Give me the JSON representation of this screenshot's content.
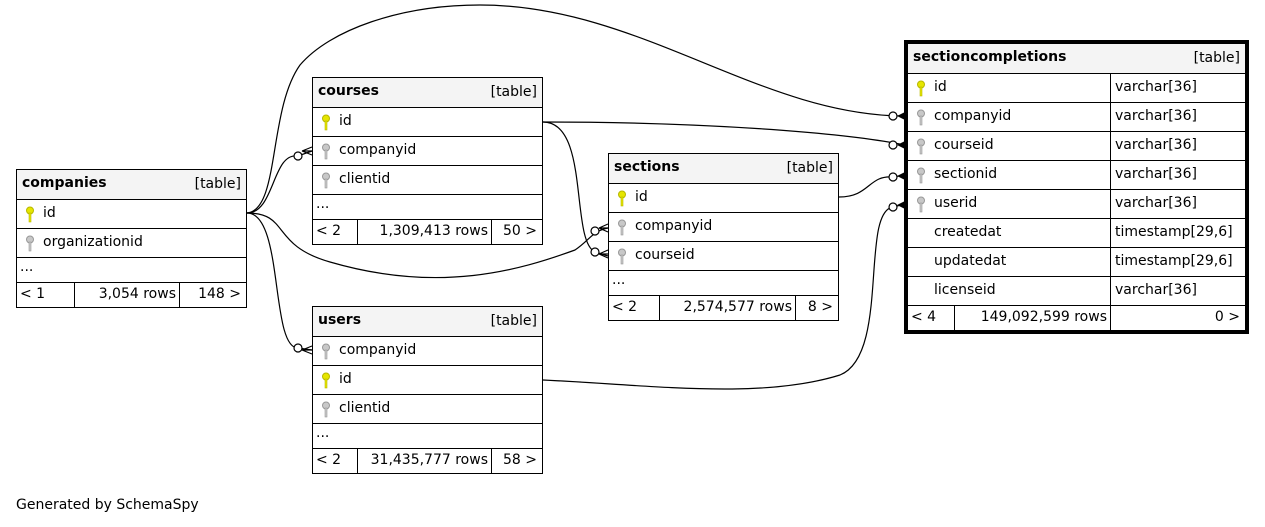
{
  "caption": "Generated by SchemaSpy",
  "colors": {
    "primary_key": "#e6e600",
    "foreign_key": "#b0b0b0",
    "header_bg": "#f4f4f4"
  },
  "tables": {
    "companies": {
      "name": "companies",
      "type": "[table]",
      "columns": [
        {
          "name": "id",
          "key": "primary"
        },
        {
          "name": "organizationid",
          "key": "foreign"
        }
      ],
      "ellipsis": "...",
      "footer": {
        "parents": "< 1",
        "rows": "3,054 rows",
        "children": "148 >"
      }
    },
    "courses": {
      "name": "courses",
      "type": "[table]",
      "columns": [
        {
          "name": "id",
          "key": "primary"
        },
        {
          "name": "companyid",
          "key": "foreign"
        },
        {
          "name": "clientid",
          "key": "foreign"
        }
      ],
      "ellipsis": "...",
      "footer": {
        "parents": "< 2",
        "rows": "1,309,413 rows",
        "children": "50 >"
      }
    },
    "users": {
      "name": "users",
      "type": "[table]",
      "columns": [
        {
          "name": "companyid",
          "key": "foreign"
        },
        {
          "name": "id",
          "key": "primary"
        },
        {
          "name": "clientid",
          "key": "foreign"
        }
      ],
      "ellipsis": "...",
      "footer": {
        "parents": "< 2",
        "rows": "31,435,777 rows",
        "children": "58 >"
      }
    },
    "sections": {
      "name": "sections",
      "type": "[table]",
      "columns": [
        {
          "name": "id",
          "key": "primary"
        },
        {
          "name": "companyid",
          "key": "foreign"
        },
        {
          "name": "courseid",
          "key": "foreign"
        }
      ],
      "ellipsis": "...",
      "footer": {
        "parents": "< 2",
        "rows": "2,574,577 rows",
        "children": "8 >"
      }
    },
    "sectioncompletions": {
      "name": "sectioncompletions",
      "type": "[table]",
      "columns": [
        {
          "name": "id",
          "key": "primary",
          "type": "varchar[36]"
        },
        {
          "name": "companyid",
          "key": "foreign",
          "type": "varchar[36]"
        },
        {
          "name": "courseid",
          "key": "foreign",
          "type": "varchar[36]"
        },
        {
          "name": "sectionid",
          "key": "foreign",
          "type": "varchar[36]"
        },
        {
          "name": "userid",
          "key": "foreign",
          "type": "varchar[36]"
        },
        {
          "name": "createdat",
          "key": "none",
          "type": "timestamp[29,6]"
        },
        {
          "name": "updatedat",
          "key": "none",
          "type": "timestamp[29,6]"
        },
        {
          "name": "licenseid",
          "key": "none",
          "type": "varchar[36]"
        }
      ],
      "footer": {
        "parents": "< 4",
        "rows": "149,092,599 rows",
        "children": "0 >"
      }
    }
  },
  "relationships": [
    {
      "parent": "companies.id",
      "child": "courses.companyid"
    },
    {
      "parent": "companies.id",
      "child": "users.companyid"
    },
    {
      "parent": "companies.id",
      "child": "sections.companyid"
    },
    {
      "parent": "companies.id",
      "child": "sectioncompletions.companyid"
    },
    {
      "parent": "courses.id",
      "child": "sections.courseid"
    },
    {
      "parent": "courses.id",
      "child": "sectioncompletions.courseid"
    },
    {
      "parent": "sections.id",
      "child": "sectioncompletions.sectionid"
    },
    {
      "parent": "users.id",
      "child": "sectioncompletions.userid"
    }
  ]
}
